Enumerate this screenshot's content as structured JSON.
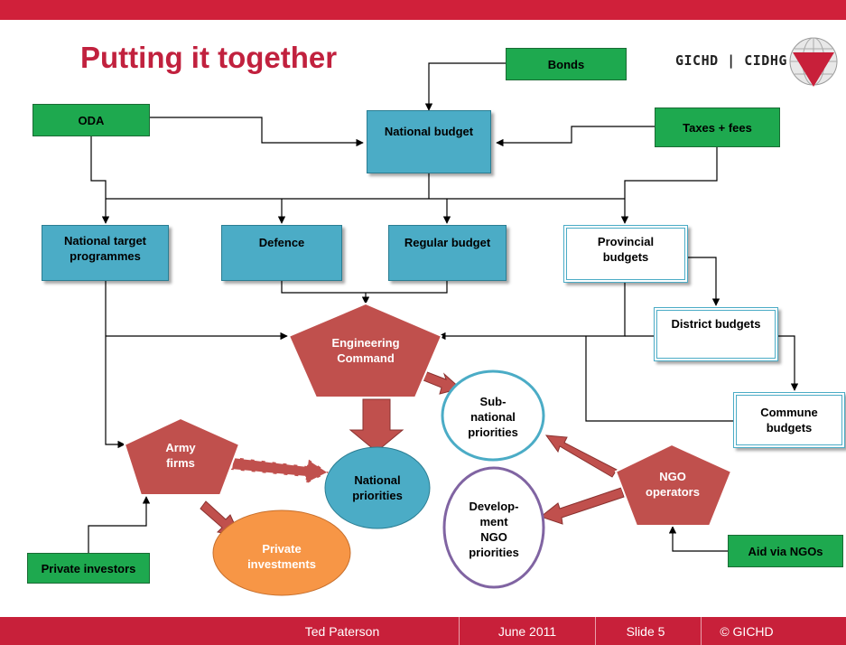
{
  "slide": {
    "title": "Putting it together",
    "logo_text": "GICHD | CIDHG"
  },
  "nodes": {
    "bonds": "Bonds",
    "oda": "ODA",
    "national_budget": "National budget",
    "taxes_fees": "Taxes + fees",
    "national_target_1": "National target",
    "national_target_2": "programmes",
    "defence": "Defence",
    "regular_budget": "Regular budget",
    "provincial_1": "Provincial",
    "provincial_2": "budgets",
    "district": "District budgets",
    "commune_1": "Commune",
    "commune_2": "budgets",
    "engineering_1": "Engineering",
    "engineering_2": "Command",
    "sub_national_1": "Sub-",
    "sub_national_2": "national",
    "sub_national_3": "priorities",
    "army_1": "Army",
    "army_2": "firms",
    "national_priorities_1": "National",
    "national_priorities_2": "priorities",
    "ngo_1": "NGO",
    "ngo_2": "operators",
    "development_1": "Develop-",
    "development_2": "ment",
    "development_3": "NGO",
    "development_4": "priorities",
    "private_investments_1": "Private",
    "private_investments_2": "investments",
    "private_investors": "Private investors",
    "aid_ngos": "Aid via NGOs"
  },
  "footer": {
    "author": "Ted Paterson",
    "date": "June 2011",
    "slide": "Slide  5",
    "copyright": "© GICHD"
  },
  "colors": {
    "red_bar": "#d0203a",
    "green_box": "#1ea94f",
    "blue_box": "#4bacc6",
    "red_shape": "#c0504d",
    "orange": "#f79646",
    "purple": "#8064a2"
  }
}
